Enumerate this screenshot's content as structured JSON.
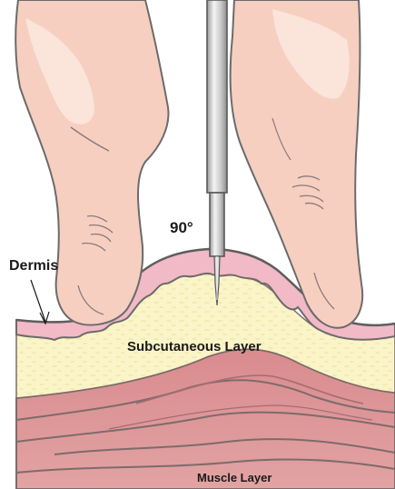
{
  "diagram": {
    "angle_label": "90°",
    "labels": {
      "dermis": "Dermis",
      "subcutaneous": "Subcutaneous Layer",
      "muscle": "Muscle Layer"
    },
    "colors": {
      "skin": "#f6cfc1",
      "skin_light": "#fbe4d9",
      "skin_outline": "#6b6b6b",
      "dermis": "#f2b9c6",
      "fat": "#faf4c8",
      "fat_dots": "#f1e8a6",
      "muscle": "#d9878b",
      "muscle_dark": "#b76a6e",
      "muscle_lines": "#7d6b6b",
      "needle_light": "#f4f4f4",
      "needle_dark": "#8f8f8f"
    }
  }
}
